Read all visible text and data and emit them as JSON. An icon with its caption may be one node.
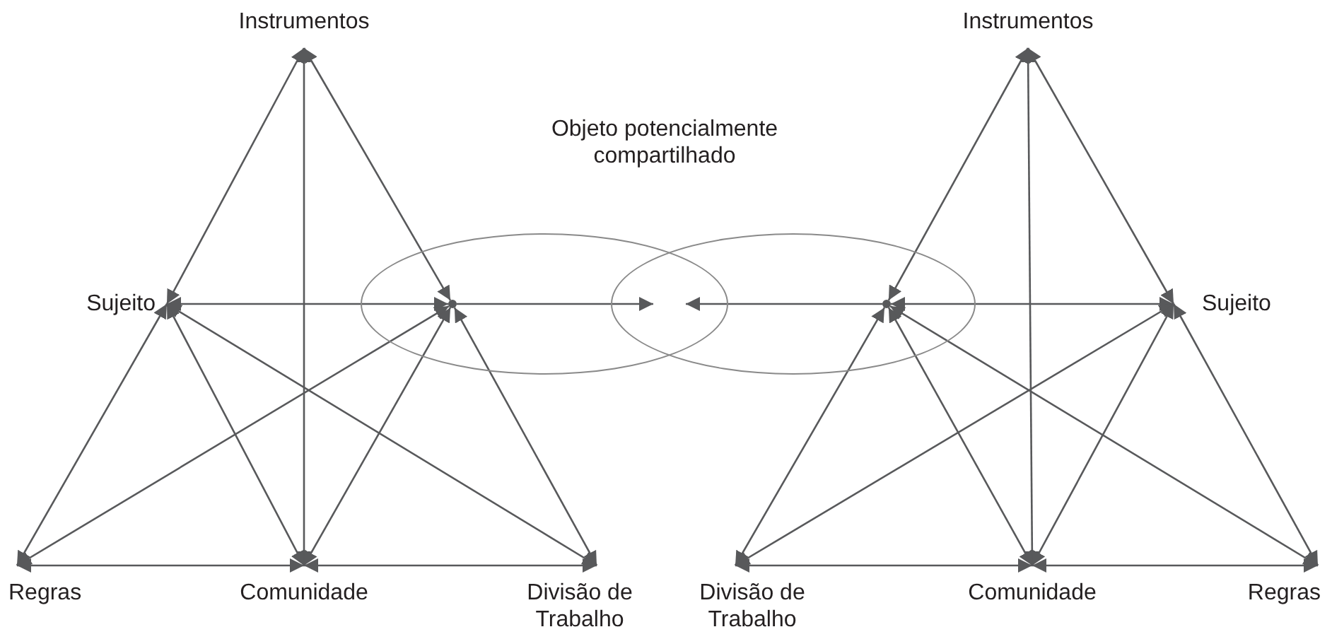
{
  "diagram": {
    "nodes": [
      {
        "text": [
          "Instrumentos"
        ]
      },
      {
        "text": [
          "Sujeito"
        ]
      },
      {
        "text": [],
        "shape": "ellipse"
      },
      {
        "text": [],
        "shape": "point",
        "in": 2
      },
      {
        "text": [
          "Regras"
        ]
      },
      {
        "text": [
          "Comunidade"
        ]
      },
      {
        "text": [
          "Divisão de Trabalho"
        ]
      },
      {
        "text": [
          "Instrumentos"
        ]
      },
      {
        "text": [],
        "shape": "ellipse"
      },
      {
        "text": [],
        "shape": "point",
        "in": 8
      },
      {
        "text": [
          "Sujeito"
        ]
      },
      {
        "text": [
          "Divisão de Trabalho"
        ]
      },
      {
        "text": [
          "Comunidade"
        ]
      },
      {
        "text": [
          "Regras"
        ]
      }
    ],
    "edges": [
      {
        "from": 0,
        "to": 1,
        "arrow": "both"
      },
      {
        "from": 0,
        "to": 3,
        "arrow": "both"
      },
      {
        "from": 0,
        "to": 5,
        "arrow": "both"
      },
      {
        "from": 1,
        "to": 3,
        "arrow": "both"
      },
      {
        "from": 1,
        "to": 4,
        "arrow": "both"
      },
      {
        "from": 1,
        "to": 5,
        "arrow": "both"
      },
      {
        "from": 1,
        "to": 6,
        "arrow": "both"
      },
      {
        "from": 3,
        "to": 4,
        "arrow": "both"
      },
      {
        "from": 3,
        "to": 5,
        "arrow": "both"
      },
      {
        "from": 3,
        "to": 6,
        "arrow": "both"
      },
      {
        "from": 4,
        "to": 5,
        "arrow": "both"
      },
      {
        "from": 5,
        "to": 6,
        "arrow": "both"
      },
      {
        "from": 3,
        "to": null,
        "arrow": "to"
      },
      {
        "from": 7,
        "to": 9,
        "arrow": "both"
      },
      {
        "from": 7,
        "to": 10,
        "arrow": "both"
      },
      {
        "from": 7,
        "to": 12,
        "arrow": "both"
      },
      {
        "from": 9,
        "to": 10,
        "arrow": "both"
      },
      {
        "from": 9,
        "to": 11,
        "arrow": "both"
      },
      {
        "from": 9,
        "to": 12,
        "arrow": "both"
      },
      {
        "from": 9,
        "to": 13,
        "arrow": "both"
      },
      {
        "from": 10,
        "to": 11,
        "arrow": "both"
      },
      {
        "from": 10,
        "to": 12,
        "arrow": "both"
      },
      {
        "from": 10,
        "to": 13,
        "arrow": "both"
      },
      {
        "from": 11,
        "to": 12,
        "arrow": "both"
      },
      {
        "from": 12,
        "to": 13,
        "arrow": "both"
      },
      {
        "from": 9,
        "to": null,
        "arrow": "to"
      }
    ],
    "labels": [
      "Objeto potencialmente compartilhado"
    ]
  }
}
